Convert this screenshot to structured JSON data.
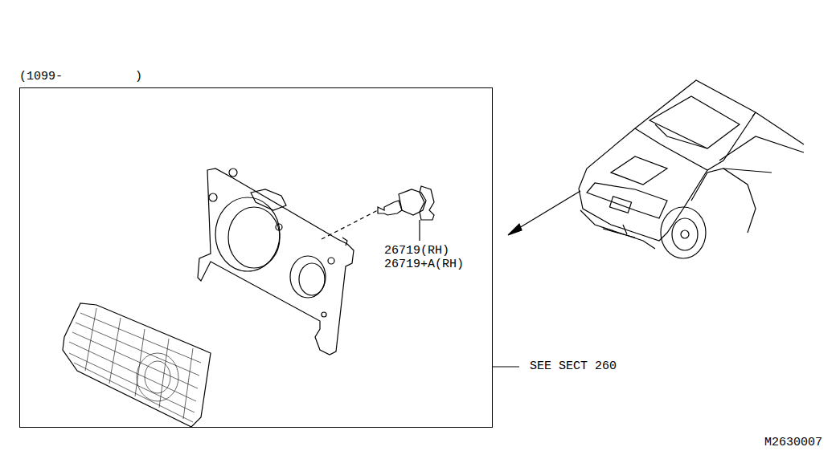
{
  "diagram": {
    "nodes": [
      {
        "text": [
          "(1099-          )"
        ]
      }
    ],
    "labels": [
      "26719(RH)",
      "26719+A(RH)",
      "SEE SECT 260",
      "M2630007"
    ]
  }
}
